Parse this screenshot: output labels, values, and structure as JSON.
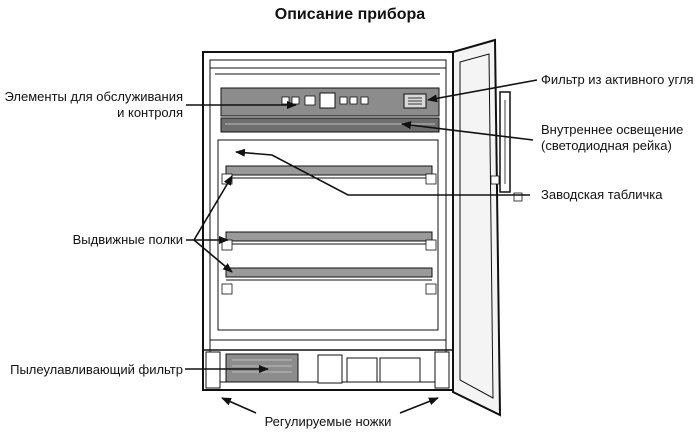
{
  "diagram": {
    "title": "Описание прибора",
    "labels": {
      "controls_line1": "Элементы для обслуживания",
      "controls_line2": "и контроля",
      "shelves": "Выдвижные полки",
      "dust_filter": "Пылеулавливающий фильтр",
      "carbon_filter": "Фильтр из активного угля",
      "lighting_line1": "Внутреннее освещение",
      "lighting_line2": "(светодиодная рейка)",
      "nameplate": "Заводская табличка",
      "feet": "Регулируемые ножки"
    },
    "colors": {
      "line": "#111111",
      "panel": "#8c8c8c",
      "panel_dark": "#6e6e6e",
      "shelf": "#9a9a9a",
      "glass": "#f4f4f4"
    }
  }
}
